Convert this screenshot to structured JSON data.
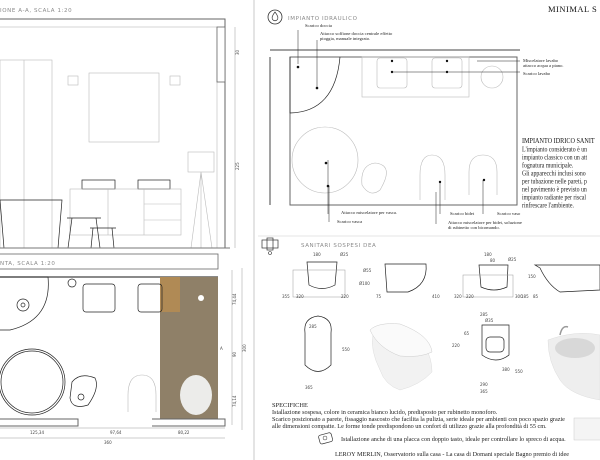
{
  "header": {
    "title": "MINIMAL S"
  },
  "section": {
    "title": "IONE A-A, SCALA 1:20",
    "dims": [
      "30",
      "225"
    ]
  },
  "plan": {
    "title": "NTA, SCALA 1:20",
    "dims_bottom": [
      "125,34",
      "97,64",
      "80,22",
      "360"
    ],
    "dims_side": [
      "74,44",
      "90",
      "74,14",
      "300"
    ],
    "section_marker": "A"
  },
  "hydraulic": {
    "title": "IMPIANTO IDRAULICO",
    "labels": {
      "scarico_doccia": "Scarico doccia",
      "soffione_1": "Attacco soffione doccia centrale effetto",
      "soffione_2": "pioggia, manuale integrato.",
      "miscelatore_lavabo_1": "Miscelatore lavabo",
      "miscelatore_lavabo_2": "attacco acqua a piano.",
      "scarico_lavabo": "Scarico lavabo",
      "miscelatore_vasca": "Attacco miscelatore per vasca.",
      "scarico_vasca": "Scarico vasca",
      "scarico_bidet": "Scarico bidet",
      "scarico_vaso": "Scarico vaso",
      "miscelatore_bidet_1": "Attacco miscelatore per bidet, soluzione",
      "miscelatore_bidet_2": "di rubinetto con bicomando."
    }
  },
  "impianto_text": {
    "title": "IMPIANTO IDRICO SANIT",
    "lines": [
      "L'impianto considerato è un",
      "impianto classico con un att",
      "fognatura municipale.",
      "Gli apparecchi inclusi sono",
      "per tubazione nelle pareti, p",
      "nel pavimento è previsto un",
      "impianto radiante per riscal",
      "rinfrescare l'ambiente."
    ]
  },
  "sanitari": {
    "title": "SANITARI SOSPESI DEA",
    "dims_wc_front": [
      "180",
      "Ø25",
      "355",
      "320",
      "220"
    ],
    "dims_wc_side": [
      "Ø55",
      "Ø100",
      "75",
      "410"
    ],
    "dims_bidet_front": [
      "180",
      "80",
      "Ø25",
      "320",
      "220",
      "300"
    ],
    "dims_bidet_side": [
      "150",
      "185",
      "85"
    ],
    "dims_wc_top": [
      "285",
      "550",
      "365"
    ],
    "dims_bidet_top": [
      "285",
      "Ø35",
      "65",
      "220",
      "380",
      "550",
      "290",
      "365"
    ]
  },
  "specs": {
    "title": "SPECIFICHE",
    "lines": [
      "Istallazione sospesa, colore in ceramica bianco lucido, predisposto per rubinetto monoforo.",
      "Scarico posizionato a parete, fissaggio nascosto che facilita la pulizia, serie ideale per ambienti con poco spazio grazie",
      "alle dimensioni compatte. Le forme tonde predispondono un confort di utilizzo grazie alla profondità di 55 cm."
    ],
    "plate_note": "Istallazione anche di una placca con doppio tasto, ideale per controllare lo spreco di acqua.",
    "footer": "LEROY MERLIN, Osservatorio sulla casa - La casa di Domani speciale Bagno premio di idee"
  }
}
